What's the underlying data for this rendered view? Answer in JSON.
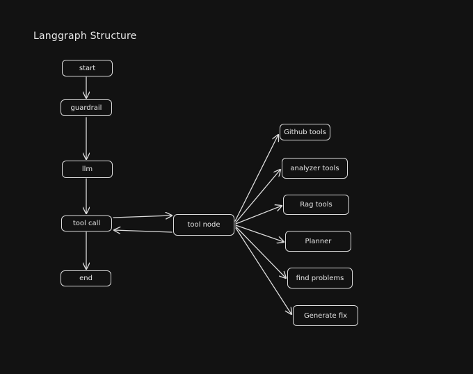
{
  "title": "Langgraph Structure",
  "nodes": {
    "start": "start",
    "guardrail": "guardrail",
    "llm": "llm",
    "tool_call": "tool call",
    "end": "end",
    "tool_node": "tool node",
    "github_tools": "Github tools",
    "analyzer_tools": "analyzer tools",
    "rag_tools": "Rag tools",
    "planner": "Planner",
    "find_problems": "find problems",
    "generate_fix": "Generate fix"
  },
  "colors": {
    "background": "#121212",
    "stroke": "#dcdcdc",
    "text": "#e6e6e6"
  }
}
